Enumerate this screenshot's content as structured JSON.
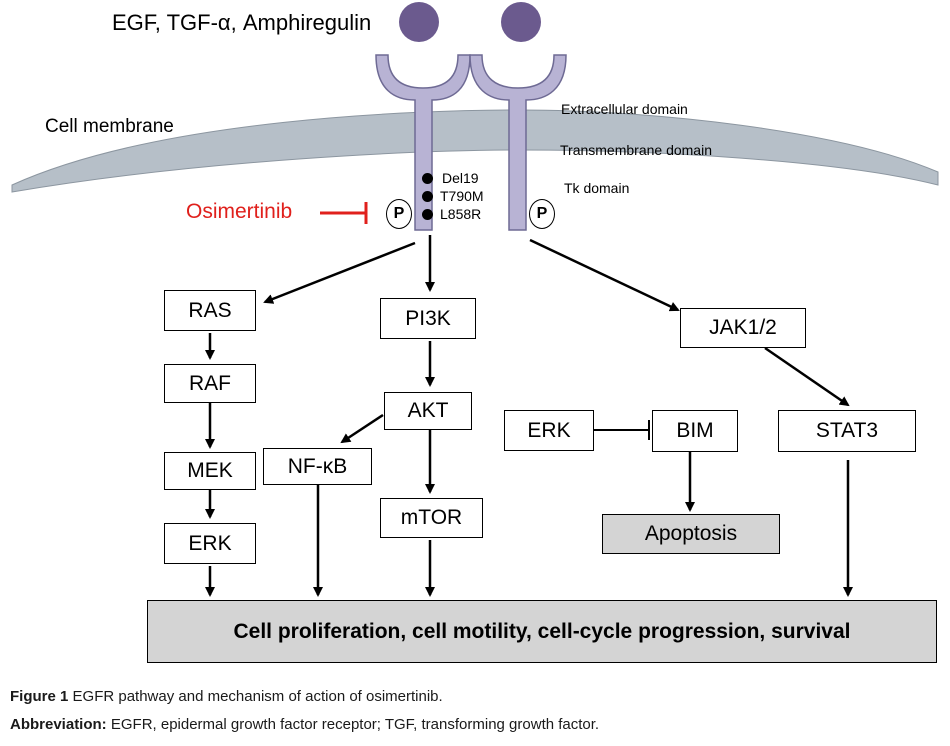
{
  "ligands": "EGF, TGF-α, Amphiregulin",
  "membrane": {
    "label": "Cell membrane",
    "extracellular": "Extracellular domain",
    "transmembrane": "Transmembrane domain",
    "tk": "Tk domain"
  },
  "mutations": [
    "Del19",
    "T790M",
    "L858R"
  ],
  "phospho": "P",
  "drug": {
    "name": "Osimertinib",
    "color": "#e0201c"
  },
  "nodes": {
    "ras": "RAS",
    "raf": "RAF",
    "mek": "MEK",
    "erk_left": "ERK",
    "pi3k": "PI3K",
    "akt": "AKT",
    "nfkb": "NF-κB",
    "mtor": "mTOR",
    "erk_mid": "ERK",
    "bim": "BIM",
    "apoptosis": "Apoptosis",
    "jak": "JAK1/2",
    "stat3": "STAT3",
    "outcome": "Cell proliferation, cell motility, cell-cycle progression, survival"
  },
  "colors": {
    "receptor": "#b8b3d4",
    "receptor_stroke": "#6e6a94",
    "ligand": "#6b5a8e",
    "membrane": "#b6bfc8",
    "grey_box": "#d4d4d4"
  },
  "caption": {
    "figure_label": "Figure 1",
    "figure_text": " EGFR pathway and mechanism of action of osimertinib.",
    "abbr_label": "Abbreviation:",
    "abbr_text": " EGFR, epidermal growth factor receptor; TGF, transforming growth factor."
  }
}
